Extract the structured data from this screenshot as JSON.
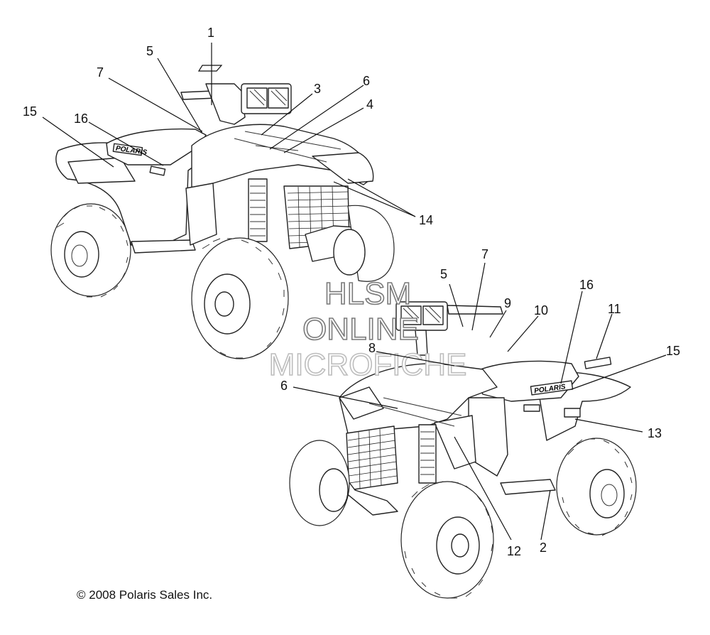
{
  "callouts": {
    "top_1": "1",
    "top_5": "5",
    "top_7": "7",
    "top_3": "3",
    "top_6": "6",
    "top_4": "4",
    "top_15": "15",
    "top_16": "16",
    "top_14": "14",
    "bot_7": "7",
    "bot_5": "5",
    "bot_9": "9",
    "bot_10": "10",
    "bot_16": "16",
    "bot_11": "11",
    "bot_15": "15",
    "bot_8": "8",
    "bot_6": "6",
    "bot_13": "13",
    "bot_12": "12",
    "bot_2": "2"
  },
  "watermark": {
    "line1": "HLSM",
    "line2": "ONLINE",
    "line3": "MICROFICHE"
  },
  "decal_logo": "POLARIS",
  "copyright": "© 2008 Polaris Sales Inc."
}
